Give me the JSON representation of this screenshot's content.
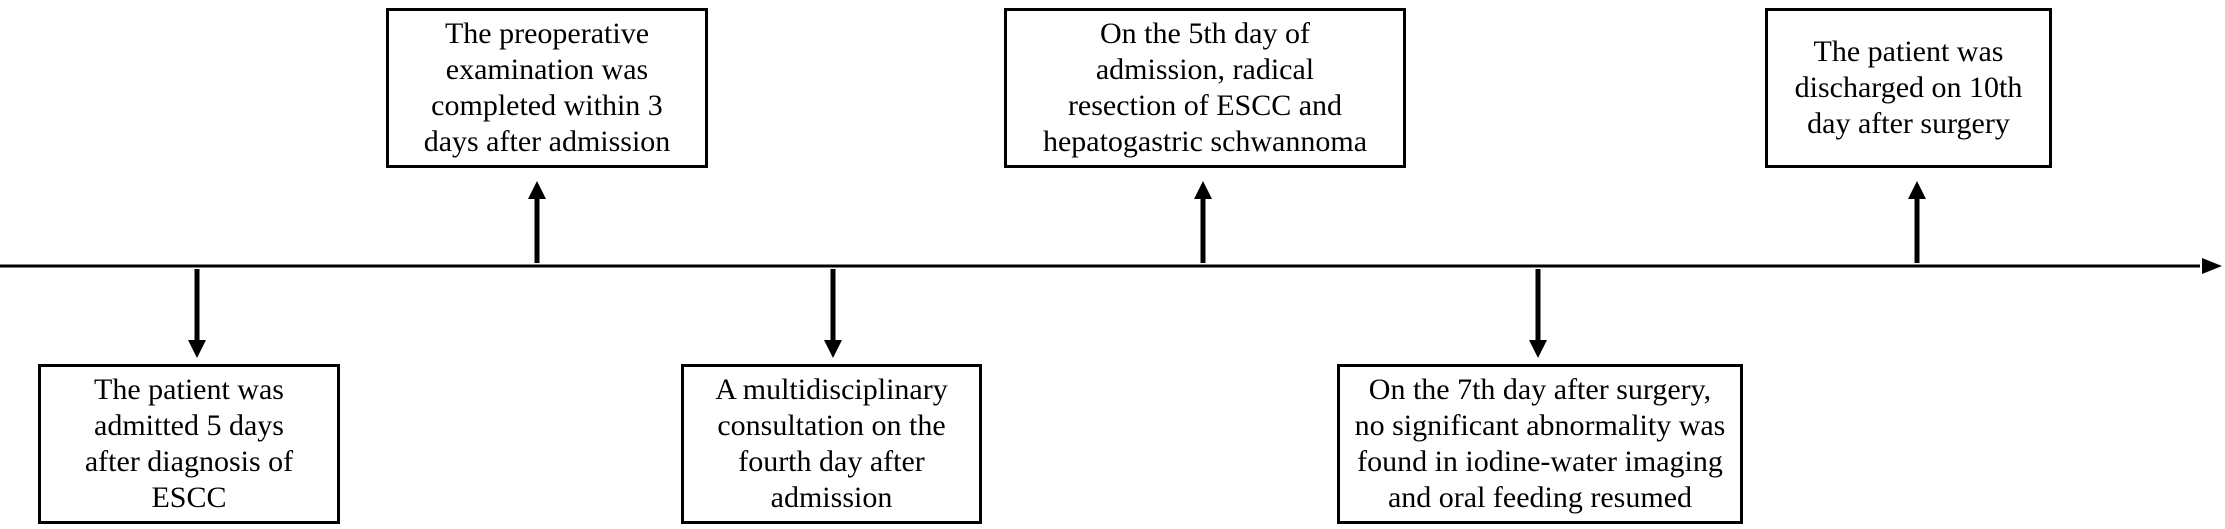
{
  "diagram": {
    "type": "timeline",
    "line_color": "#000000",
    "events": [
      {
        "id": "e1",
        "position": "below",
        "text": "The patient was\nadmitted 5 days\nafter diagnosis of\nESCC"
      },
      {
        "id": "e2",
        "position": "above",
        "text": "The preoperative\nexamination was\ncompleted within 3\ndays after admission"
      },
      {
        "id": "e3",
        "position": "below",
        "text": "A multidisciplinary\nconsultation on the\nfourth day after\nadmission"
      },
      {
        "id": "e4",
        "position": "above",
        "text": "On the 5th day of\nadmission, radical\nresection of ESCC and\nhepatogastric schwannoma"
      },
      {
        "id": "e5",
        "position": "below",
        "text": "On the 7th day after surgery,\nno significant abnormality was\nfound in iodine-water imaging\nand oral feeding resumed"
      },
      {
        "id": "e6",
        "position": "above",
        "text": "The patient was\ndischarged on 10th\nday after surgery"
      }
    ]
  }
}
